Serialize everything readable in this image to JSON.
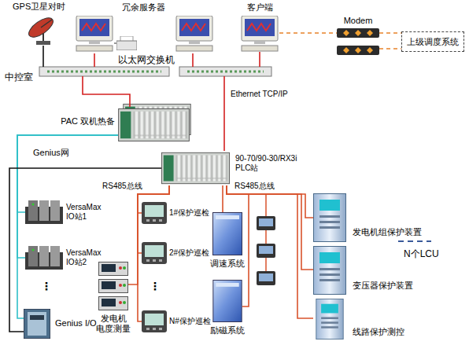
{
  "diagram": {
    "nodes": [
      {
        "text": [
          "GPS卫星对时"
        ]
      },
      {
        "text": [
          "冗余服务器"
        ]
      },
      {
        "text": [
          "客户端"
        ]
      },
      {
        "text": [
          "Modem"
        ]
      },
      {
        "text": [
          "上级调度系统"
        ]
      },
      {
        "text": [
          "以太网交换机"
        ]
      },
      {
        "text": [
          "PAC 双机热备"
        ]
      },
      {
        "text": [
          "90-70/90-30/RX3i PLC站"
        ]
      },
      {
        "text": [
          "VersaMax IO站1"
        ]
      },
      {
        "text": [
          "VersaMax IO站2"
        ]
      },
      {
        "text": [
          "Genius I/O"
        ]
      },
      {
        "text": [
          "1#保护巡检"
        ]
      },
      {
        "text": [
          "2#保护巡检"
        ]
      },
      {
        "text": [
          "N#保护巡检"
        ]
      },
      {
        "text": [
          "发电机 电度测量"
        ]
      },
      {
        "text": [
          "调速系统"
        ]
      },
      {
        "text": [
          "励磁系统"
        ]
      },
      {
        "text": [
          "发电机组保护装置"
        ]
      },
      {
        "text": [
          "变压器保护装置"
        ]
      },
      {
        "text": [
          "线路保护测控"
        ]
      }
    ],
    "edges": [
      {
        "from": 0,
        "to": 5,
        "arrow": "none"
      },
      {
        "from": 1,
        "to": 5,
        "arrow": "none"
      },
      {
        "from": 1,
        "to": 5,
        "arrow": "none"
      },
      {
        "from": 2,
        "to": 5,
        "arrow": "none"
      },
      {
        "from": 2,
        "to": 3,
        "arrow": "none"
      },
      {
        "from": 3,
        "to": 4,
        "arrow": "none"
      },
      {
        "from": 3,
        "to": 4,
        "arrow": "none"
      },
      {
        "from": 5,
        "to": 6,
        "arrow": "none"
      },
      {
        "from": 5,
        "to": 7,
        "label": "Ethernet TCP/IP",
        "arrow": "none"
      },
      {
        "from": 6,
        "to": 8,
        "arrow": "none"
      },
      {
        "from": 6,
        "to": 9,
        "arrow": "none"
      },
      {
        "from": 6,
        "to": 10,
        "arrow": "none"
      },
      {
        "from": 7,
        "to": 10,
        "arrow": "none"
      },
      {
        "from": 7,
        "to": 11,
        "arrow": "none"
      },
      {
        "from": 7,
        "to": 12,
        "arrow": "none"
      },
      {
        "from": 7,
        "to": 13,
        "arrow": "none"
      },
      {
        "from": 7,
        "to": 14,
        "arrow": "none"
      },
      {
        "from": 7,
        "to": 15,
        "arrow": "none"
      },
      {
        "from": 7,
        "to": 16,
        "arrow": "none"
      },
      {
        "from": 7,
        "to": 17,
        "arrow": "none"
      },
      {
        "from": 7,
        "to": 18,
        "arrow": "none"
      },
      {
        "from": 7,
        "to": 19,
        "arrow": "none"
      }
    ],
    "labels": [
      "中控室",
      "Genius网",
      "RS485总线",
      "RS485总线",
      "⋮",
      "⋮"
    ],
    "legend": [
      {
        "text": "N个LCU"
      }
    ]
  }
}
